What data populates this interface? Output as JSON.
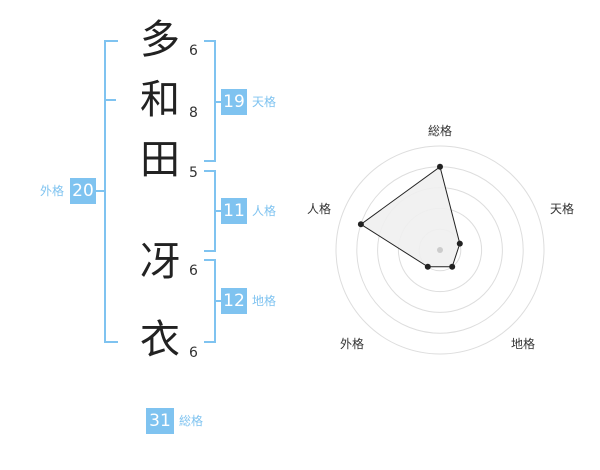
{
  "name": {
    "chars": [
      {
        "char": "多",
        "strokes": "6"
      },
      {
        "char": "和",
        "strokes": "8"
      },
      {
        "char": "田",
        "strokes": "5"
      },
      {
        "char": "冴",
        "strokes": "6"
      },
      {
        "char": "衣",
        "strokes": "6"
      }
    ]
  },
  "kakusu": {
    "tenkaku": {
      "value": "19",
      "label": "天格"
    },
    "jinkaku": {
      "value": "11",
      "label": "人格"
    },
    "chikaku": {
      "value": "12",
      "label": "地格"
    },
    "gaikaku": {
      "value": "20",
      "label": "外格"
    },
    "soukaku": {
      "value": "31",
      "label": "総格"
    }
  },
  "chart_data": {
    "type": "radar",
    "axes": [
      "総格",
      "天格",
      "地格",
      "外格",
      "人格"
    ],
    "values": [
      4,
      1,
      1,
      1,
      4
    ],
    "range": [
      0,
      5
    ],
    "rings": 5,
    "grid": true,
    "colors": {
      "fill": "#f0f0f0",
      "stroke": "#222222",
      "grid": "#dddddd",
      "center": "#cccccc"
    }
  },
  "colors": {
    "accent": "#7fc3f0"
  }
}
